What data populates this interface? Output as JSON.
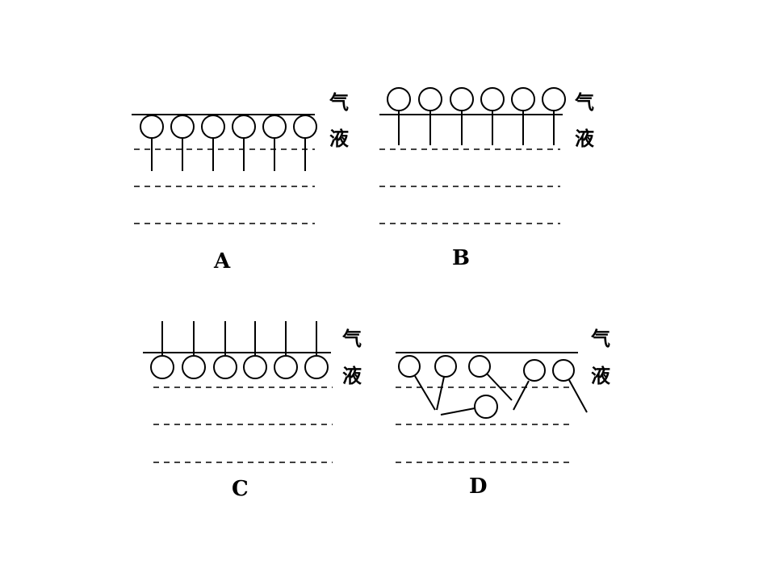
{
  "panels": [
    {
      "label": "A",
      "gas": "气",
      "liquid": "液"
    },
    {
      "label": "B",
      "gas": "气",
      "liquid": "液"
    },
    {
      "label": "C",
      "gas": "气",
      "liquid": "液"
    },
    {
      "label": "D",
      "gas": "气",
      "liquid": "液"
    }
  ]
}
